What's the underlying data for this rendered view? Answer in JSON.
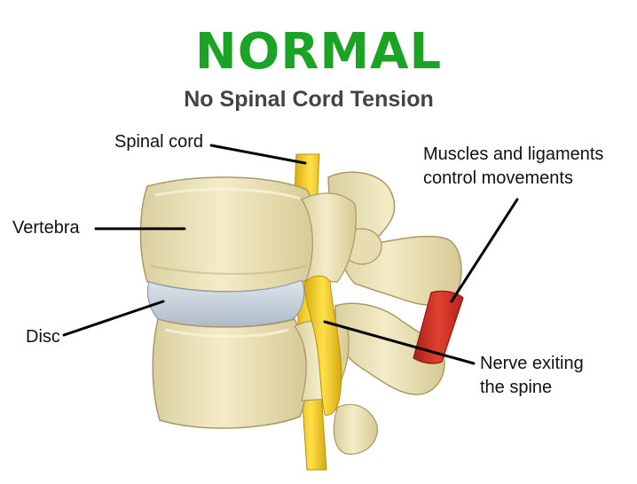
{
  "header": {
    "title": "NORMAL",
    "subtitle": "No Spinal Cord Tension"
  },
  "labels": {
    "spinal_cord": "Spinal cord",
    "vertebra": "Vertebra",
    "disc": "Disc",
    "muscles_line1": "Muscles and ligaments",
    "muscles_line2": "control movements",
    "nerve_line1": "Nerve exiting",
    "nerve_line2": "the spine"
  },
  "colors": {
    "title_green": "#1aa324",
    "bone": "#efe6bf",
    "disc": "#c7d2dc",
    "nerve": "#f2cc1e",
    "muscle": "#d32a22"
  }
}
